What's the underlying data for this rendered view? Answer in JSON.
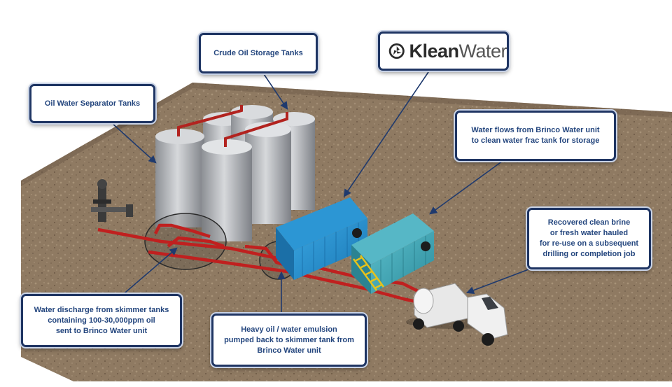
{
  "labels": {
    "crude_oil_storage": "Crude Oil Storage Tanks",
    "oil_water_separator": "Oil Water Separator Tanks",
    "water_flows": "Water flows from Brinco Water unit\nto clean water frac tank for storage",
    "recovered_brine": "Recovered clean brine\nor fresh water hauled\nfor re-use on a subsequent\ndrilling or completion job",
    "water_discharge": "Water discharge from skimmer tanks\ncontaining 100-30,000ppm oil\nsent to Brinco Water unit",
    "heavy_oil": "Heavy oil / water emulsion\npumped back to skimmer tank from\nBrinco Water unit"
  },
  "logo": {
    "word1": "Klean",
    "word2": "Water",
    "icon": "klean-water-logo-icon"
  },
  "colors": {
    "ground": "#8f7a62",
    "pipe": "#c0201f",
    "blue_unit": "#1f8fd0",
    "teal_tank": "#3aa5b5",
    "tank_gray": "#bfc1c4",
    "callout_border": "#1f3563",
    "callout_text": "#24467e",
    "arrow": "#1f3a6e",
    "ladder": "#e7c21b"
  }
}
